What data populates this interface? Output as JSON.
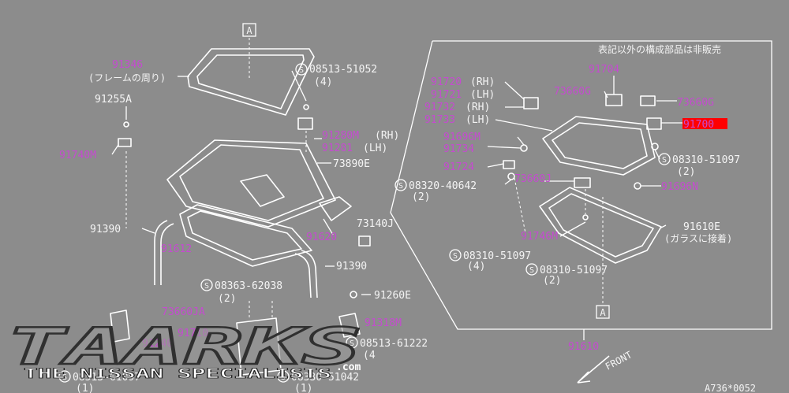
{
  "note": "表記以外の構成部品は非販売",
  "view_labels": {
    "top": "A",
    "bottom": "A"
  },
  "parts": {
    "p91346": "91346",
    "p91346_sub": "(フレームの周り)",
    "p08513_51052": "08513-51052",
    "p08513_51052_qty": "(4)",
    "p91255A": "91255A",
    "p91280M": "91280M",
    "p91281": "91281",
    "rh1": "(RH)",
    "lh1": "(LH)",
    "p91740M": "91740M",
    "p73890E": "73890E",
    "p73140J": "73140J",
    "p91620": "91620",
    "p91390a": "91390",
    "p91390b": "91390",
    "p91612": "91612",
    "p08363_62038": "08363-62038",
    "p08363_62038_qty": "(2)",
    "p91260E": "91260E",
    "p73660JA": "73660JA",
    "p91710": "91710",
    "p91240": "91240",
    "p91318M": "91318M",
    "p08513_61222": "08513-61222",
    "p08513_61222_qty": "(4",
    "p08513_61097": "08513-61097",
    "p08513_61097_qty": "(1)",
    "p08330_51042": "08330-51042",
    "p08330_51042_qty": "(1)",
    "p91720": "91720",
    "p91721": "91721",
    "p91732": "91732",
    "p91733": "91733",
    "rh2": "(RH)",
    "lh2": "(LH)",
    "rh3": "(RH)",
    "lh3": "(LH)",
    "p91704": "91704",
    "p73660G_a": "73660G",
    "p73660G_b": "73660G",
    "p91700": "91700",
    "p91696M": "91696M",
    "p91734": "91734",
    "p91724": "91724",
    "p73660J": "73660J",
    "p08310_51097_a": "08310-51097",
    "p08310_51097_a_qty": "(2)",
    "p91696N": "91696N",
    "p08320_40642": "08320-40642",
    "p08320_40642_qty": "(2)",
    "p91610E": "91610E",
    "p91610E_sub": "(ガラスに接着)",
    "p91746M": "91746M",
    "p08310_51097_b": "08310-51097",
    "p08310_51097_b_qty": "(4)",
    "p08310_51097_c": "08310-51097",
    "p08310_51097_c_qty": "(2)",
    "p91610": "91610",
    "front": "FRONT",
    "code": "A736*0052"
  },
  "watermark": {
    "logo": "TAARKS",
    "tagline": "THE NISSAN SPECIALISTS",
    "domain": ".com"
  },
  "colors": {
    "background": "#8c8c8c",
    "line": "#ffffff",
    "label_white": "#f4f4f4",
    "label_magenta": "#c54bd0",
    "highlight": "#ff0000"
  }
}
